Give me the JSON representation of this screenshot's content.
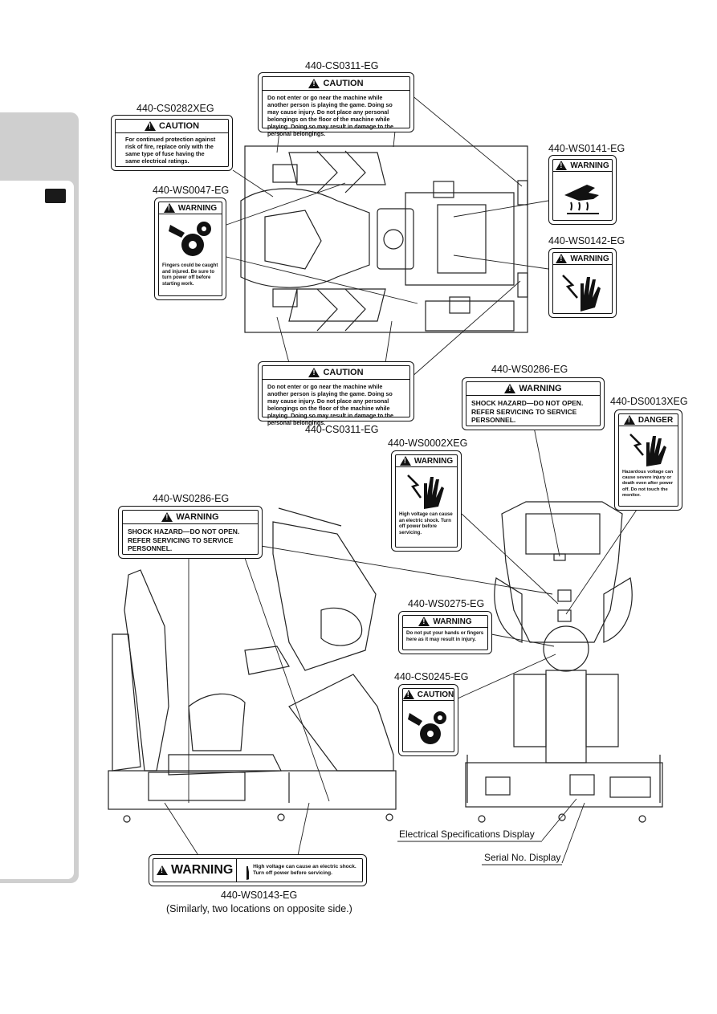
{
  "labels": {
    "cs0311_top": {
      "code": "440-CS0311-EG",
      "title": "CAUTION",
      "text": "Do not enter or go near the machine while another person is playing the game. Doing so may cause injury. Do not place any personal belongings on the floor of the machine while playing. Doing so may result in damage to the personal belongings."
    },
    "cs0282": {
      "code": "440-CS0282XEG",
      "title": "CAUTION",
      "text": "For continued protection against risk of fire, replace only with the same type of fuse having the same electrical ratings."
    },
    "ws0141": {
      "code": "440-WS0141-EG",
      "title": "WARNING"
    },
    "ws0047": {
      "code": "440-WS0047-EG",
      "title": "WARNING",
      "text": "Fingers could be caught and injured. Be sure to turn power off before starting work."
    },
    "ws0142": {
      "code": "440-WS0142-EG",
      "title": "WARNING"
    },
    "cs0311_bot": {
      "code": "440-CS0311-EG",
      "title": "CAUTION",
      "text": "Do not enter or go near the machine while another person is playing the game. Doing so may cause injury. Do not place any personal belongings on the floor of the machine while playing. Doing so may result in damage to the personal belongings."
    },
    "ws0286_right": {
      "code": "440-WS0286-EG",
      "title": "WARNING",
      "text": "SHOCK HAZARD—DO NOT OPEN. REFER SERVICING TO SERVICE PERSONNEL."
    },
    "ds0013": {
      "code": "440-DS0013XEG",
      "title": "DANGER",
      "text": "Hazardous voltage can cause severe injury or death even after power off. Do not touch the monitor."
    },
    "ws0002": {
      "code": "440-WS0002XEG",
      "title": "WARNING",
      "text": "High voltage can cause an electric shock. Turn off power before servicing."
    },
    "ws0286_left": {
      "code": "440-WS0286-EG",
      "title": "WARNING",
      "text": "SHOCK HAZARD—DO NOT OPEN. REFER SERVICING TO SERVICE PERSONNEL."
    },
    "ws0275": {
      "code": "440-WS0275-EG",
      "title": "WARNING",
      "text": "Do not put your hands or fingers here as it may result in injury."
    },
    "cs0245": {
      "code": "440-CS0245-EG",
      "title": "CAUTION"
    },
    "ws0143": {
      "code": "440-WS0143-EG",
      "title": "WARNING",
      "text": "High voltage can cause an electric shock. Turn off power before servicing.",
      "note": "(Similarly, two locations on opposite side.)"
    }
  },
  "annotations": {
    "electrical": "Electrical Specifications Display",
    "serial": "Serial No. Display"
  }
}
